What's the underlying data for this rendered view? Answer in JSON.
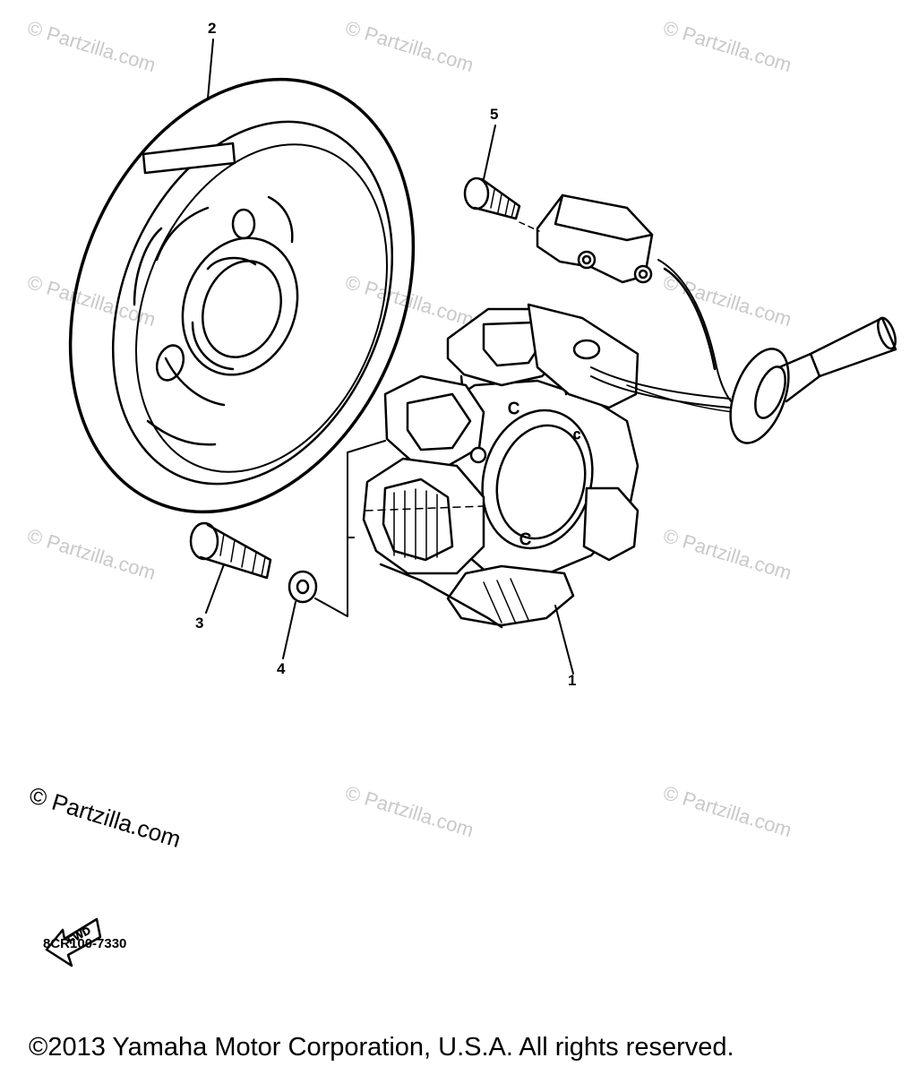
{
  "watermarks": [
    {
      "text": "© Partzilla.com"
    },
    {
      "text": "© Partzilla.com"
    },
    {
      "text": "© Partzilla.com"
    },
    {
      "text": "© Partzilla.com"
    },
    {
      "text": "© Partzilla.com"
    },
    {
      "text": "© Partzilla.com"
    },
    {
      "text": "© Partzilla.com"
    },
    {
      "text": "© Partzilla.com"
    },
    {
      "text": "© Partzilla.com"
    },
    {
      "text": "© Partzilla.com"
    }
  ],
  "big_watermark": "© Partzilla.com",
  "callouts": {
    "c1": "1",
    "c2": "2",
    "c3": "3",
    "c4": "4",
    "c5": "5"
  },
  "fwd_label": "FWD",
  "part_code": "8CR100-7330",
  "copyright": "©2013  Yamaha Motor Corporation, U.S.A. All rights reserved."
}
